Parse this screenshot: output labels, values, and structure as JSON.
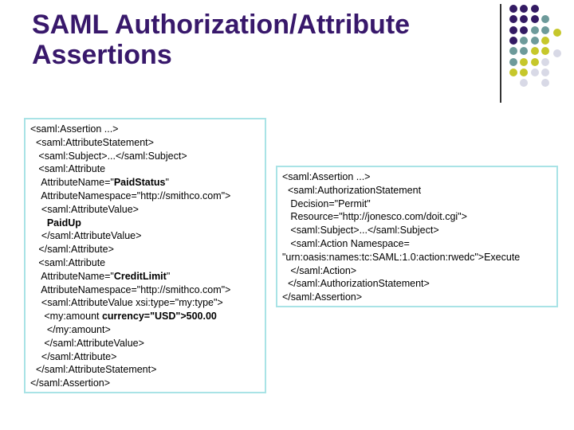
{
  "title": {
    "text": "SAML Authorization/Attribute Assertions",
    "lines": [
      "SAML Authorization/Attribute",
      "Assertions"
    ],
    "color": "#38186B"
  },
  "attribute_assertion_box": {
    "lines": [
      [
        {
          "t": "<saml:Assertion ...>",
          "b": false
        }
      ],
      [
        {
          "t": "  <saml:AttributeStatement>",
          "b": false
        }
      ],
      [
        {
          "t": "   <saml:Subject>...</saml:Subject>",
          "b": false
        }
      ],
      [
        {
          "t": "   <saml:Attribute",
          "b": false
        }
      ],
      [
        {
          "t": "    AttributeName=\"",
          "b": false
        },
        {
          "t": "PaidStatus",
          "b": true
        },
        {
          "t": "\"",
          "b": false
        }
      ],
      [
        {
          "t": "    AttributeNamespace=\"http://smithco.com\">",
          "b": false
        }
      ],
      [
        {
          "t": "    <saml:AttributeValue>",
          "b": false
        }
      ],
      [
        {
          "t": "      ",
          "b": false
        },
        {
          "t": "PaidUp",
          "b": true
        }
      ],
      [
        {
          "t": "    </saml:AttributeValue>",
          "b": false
        }
      ],
      [
        {
          "t": "   </saml:Attribute>",
          "b": false
        }
      ],
      [
        {
          "t": "   <saml:Attribute",
          "b": false
        }
      ],
      [
        {
          "t": "    AttributeName=\"",
          "b": false
        },
        {
          "t": "CreditLimit",
          "b": true
        },
        {
          "t": "\"",
          "b": false
        }
      ],
      [
        {
          "t": "    AttributeNamespace=\"http://smithco.com\">",
          "b": false
        }
      ],
      [
        {
          "t": "    <saml:AttributeValue xsi:type=\"my:type\">",
          "b": false
        }
      ],
      [
        {
          "t": "     <my:amount ",
          "b": false
        },
        {
          "t": "currency=\"USD\">500.00",
          "b": true
        }
      ],
      [
        {
          "t": "      </my:amount>",
          "b": false
        }
      ],
      [
        {
          "t": "     </saml:AttributeValue>",
          "b": false
        }
      ],
      [
        {
          "t": "    </saml:Attribute>",
          "b": false
        }
      ],
      [
        {
          "t": "  </saml:AttributeStatement>",
          "b": false
        }
      ],
      [
        {
          "t": "</saml:Assertion>",
          "b": false
        }
      ]
    ]
  },
  "authorization_assertion_box": {
    "lines": [
      [
        {
          "t": "<saml:Assertion ...>",
          "b": false
        }
      ],
      [
        {
          "t": "  <saml:AuthorizationStatement",
          "b": false
        }
      ],
      [
        {
          "t": "   Decision=\"Permit\"",
          "b": false
        }
      ],
      [
        {
          "t": "   Resource=\"http://jonesco.com/doit.cgi\">",
          "b": false
        }
      ],
      [
        {
          "t": "   <saml:Subject>...</saml:Subject>",
          "b": false
        }
      ],
      [
        {
          "t": "   <saml:Action Namespace=",
          "b": false
        }
      ],
      [
        {
          "t": "\"urn:oasis:names:tc:SAML:1.0:action:rwedc\">Execute",
          "b": false
        }
      ],
      [
        {
          "t": "   </saml:Action>",
          "b": false
        }
      ],
      [
        {
          "t": "  </saml:AuthorizationStatement>",
          "b": false
        }
      ],
      [
        {
          "t": "</saml:Assertion>",
          "b": false
        }
      ]
    ]
  },
  "decoration": {
    "divider_color": "#333333",
    "box_border_color": "#a9e3e6",
    "dot_colors": {
      "d": "#331A63",
      "t": "#6D9A9A",
      "y": "#C6C72B",
      "l": "#D8D9E6"
    },
    "dot_grid": [
      [
        "d",
        "d",
        "d",
        null,
        null
      ],
      [
        "d",
        "d",
        "d",
        "t",
        null
      ],
      [
        "d",
        "d",
        "t",
        "t",
        "y"
      ],
      [
        "d",
        "t",
        "t",
        "y",
        null
      ],
      [
        "t",
        "t",
        "y",
        "y",
        "l"
      ],
      [
        "t",
        "y",
        "y",
        "l",
        null
      ],
      [
        "y",
        "y",
        "l",
        "l",
        null
      ],
      [
        null,
        "l",
        null,
        "l",
        null
      ]
    ]
  }
}
